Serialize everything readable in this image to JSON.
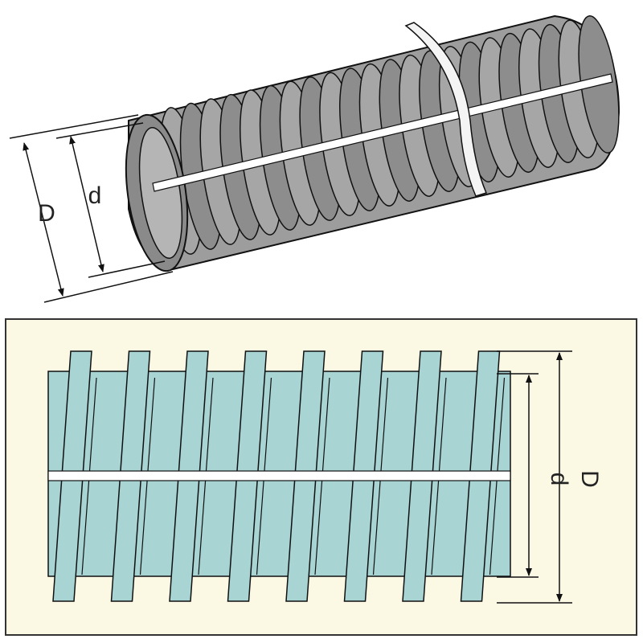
{
  "figure": {
    "colors": {
      "background": "#ffffff",
      "panel_fill": "#fbf8e4",
      "panel_border": "#333333",
      "hose_gray": "#9d9d9d",
      "hose_gray_dark": "#6f6f6f",
      "hose_blue": "#a8d4d4",
      "outline": "#111111",
      "strip": "#ffffff"
    },
    "top_view": {
      "outer_diameter_label": "D",
      "inner_diameter_label": "d"
    },
    "section_view": {
      "inner_diameter_label": "d",
      "outer_diameter_label": "D"
    }
  }
}
